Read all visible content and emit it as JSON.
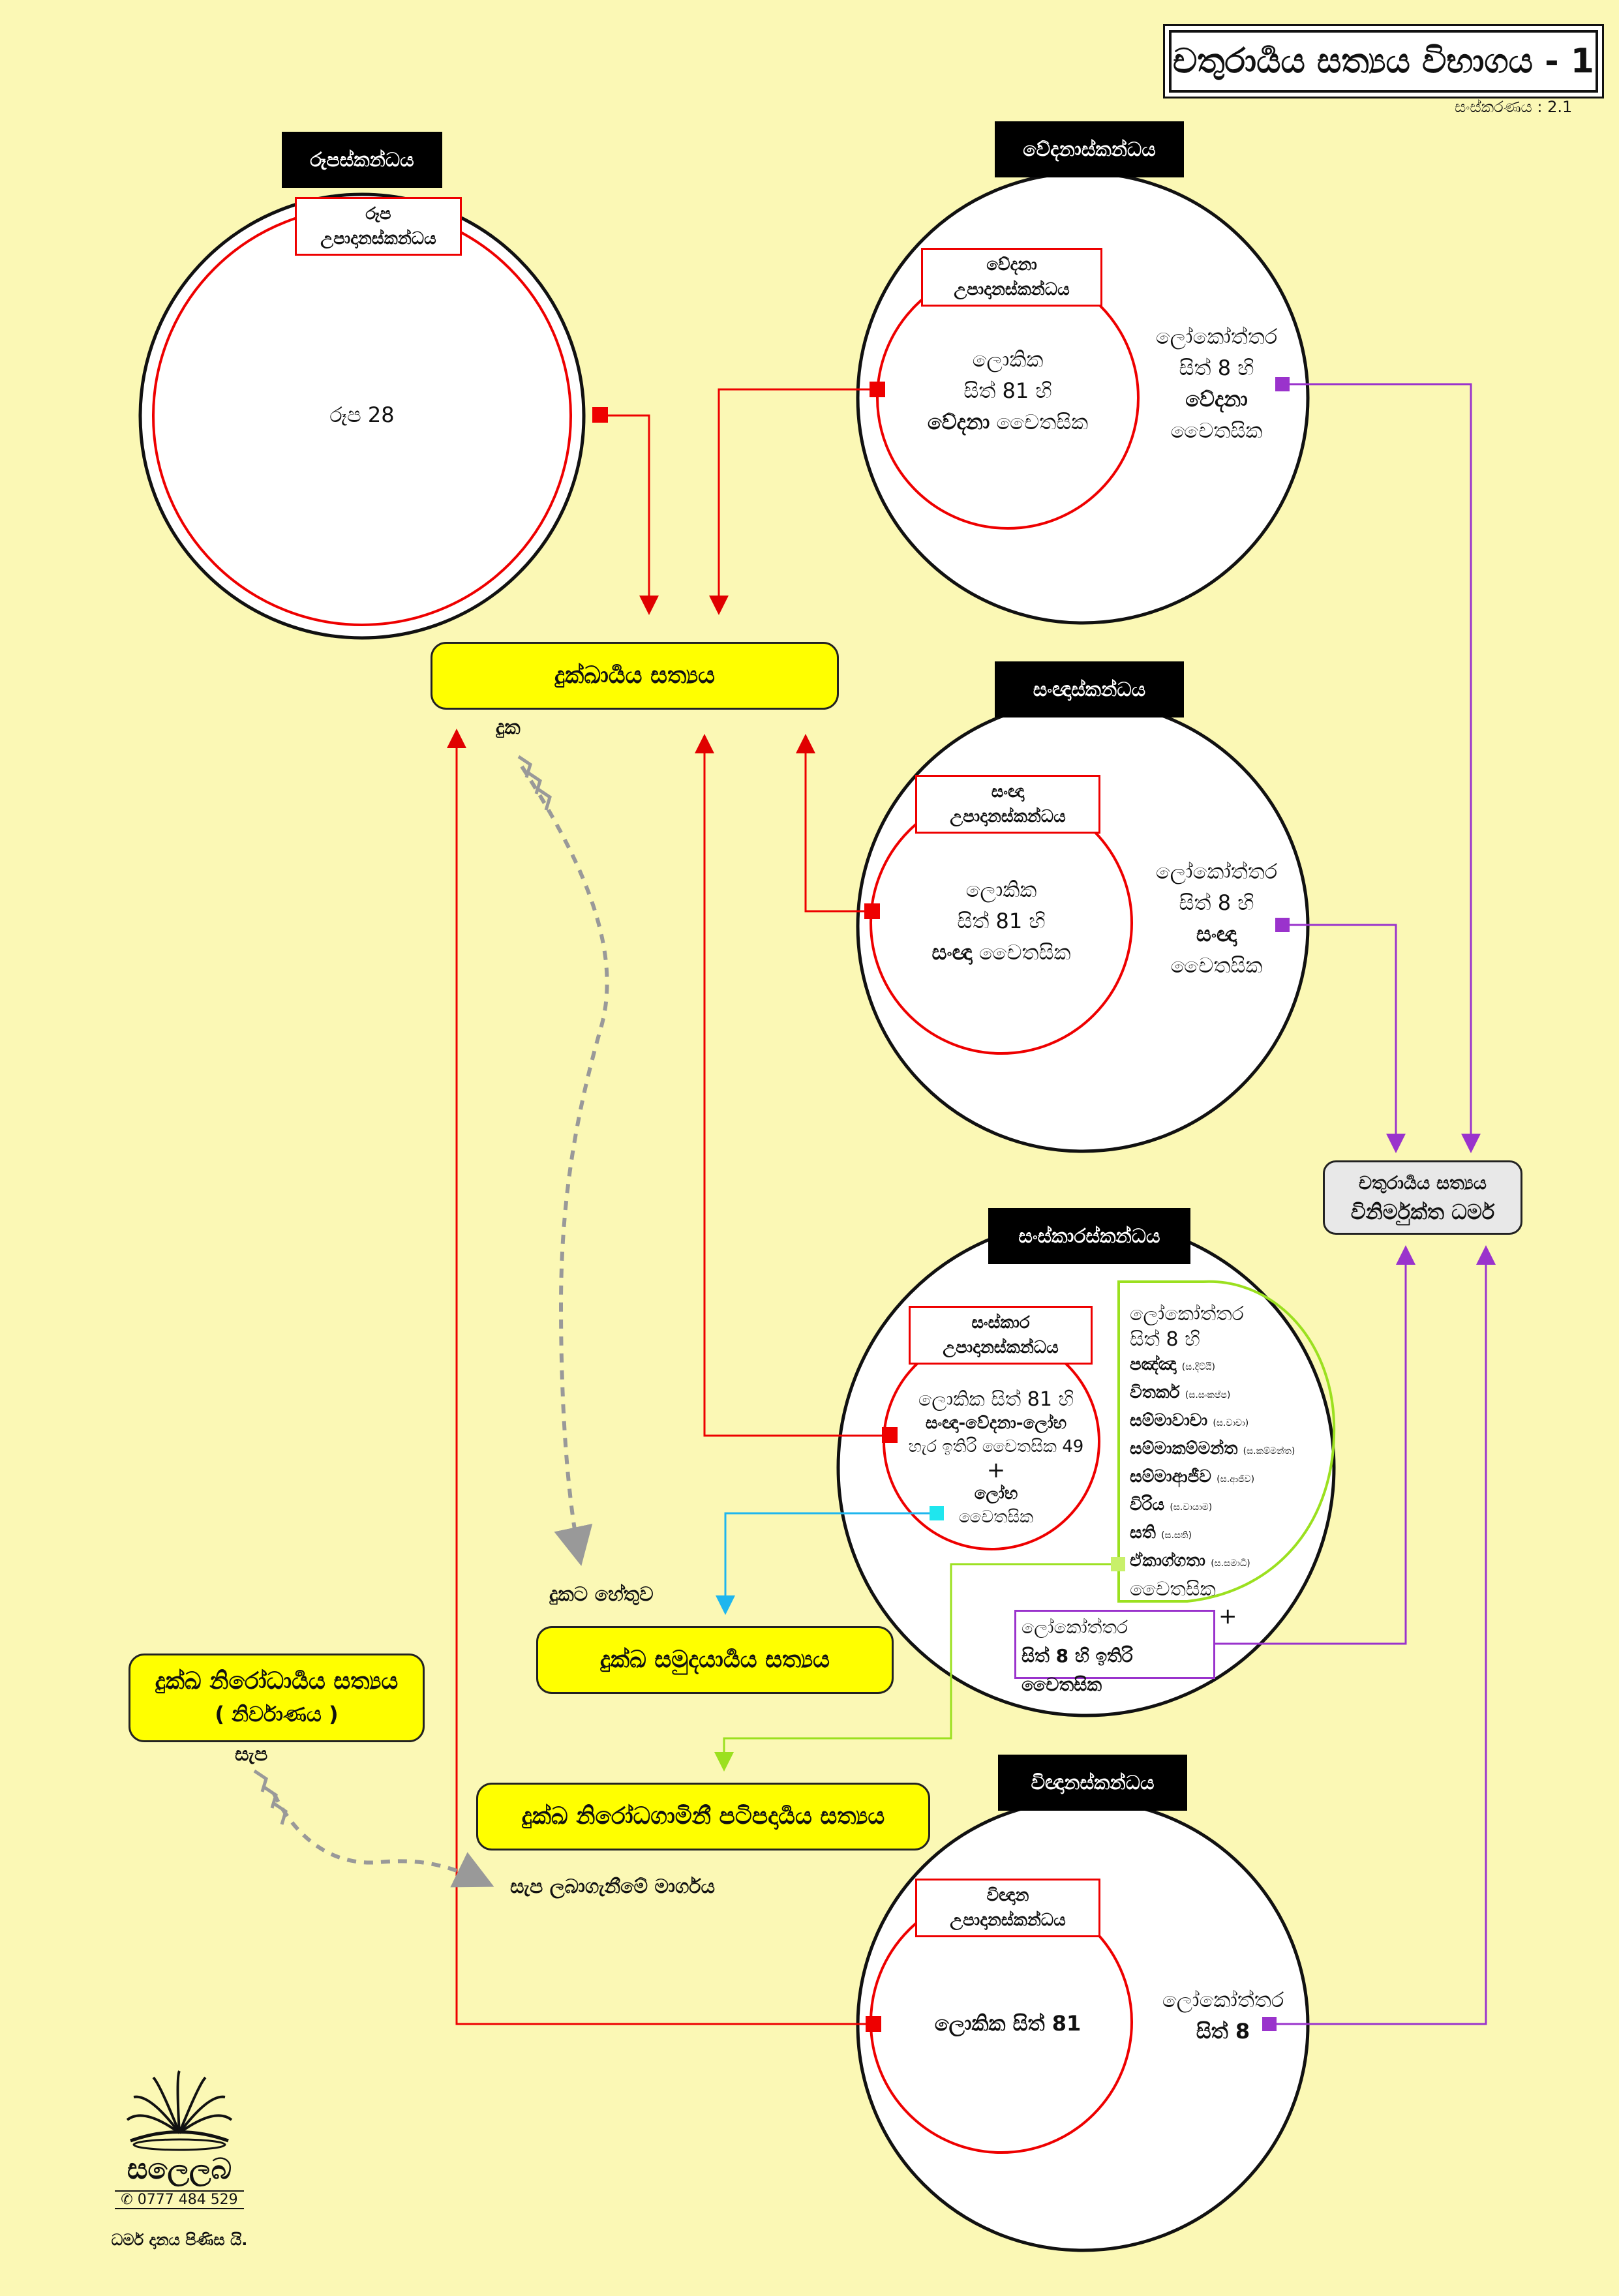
{
  "title": "චතුරාර්‍යය සත්‍යය විභාගය - 1",
  "version": "සංස්කරණය : 2.1",
  "skandhas": {
    "rupa": {
      "label": "රූපස්කන්ධය",
      "upadana": [
        "රූප",
        "උපාදානස්කන්ධය"
      ],
      "content": "රූප 28"
    },
    "vedana": {
      "label": "වේදනාස්කන්ධය",
      "upadana": [
        "වේදනා",
        "උපාදානස්කන්ධය"
      ],
      "lokika": [
        "ලොකික",
        "සිත් 81 හි",
        "වේදනා",
        "චෛතසික"
      ],
      "lokottara": [
        "ලෝකෝත්තර",
        "සිත් 8 හි",
        "වේදනා",
        "චෛතසික"
      ]
    },
    "sanna": {
      "label": "සංඥාස්කන්ධය",
      "upadana": [
        "සංඥා",
        "උපාදානස්කන්ධය"
      ],
      "lokika": [
        "ලොකික",
        "සිත් 81 හි",
        "සංඥා",
        "චෛතසික"
      ],
      "lokottara": [
        "ලෝකෝත්තර",
        "සිත් 8 හි",
        "සංඥා",
        "චෛතසික"
      ]
    },
    "sankhara": {
      "label": "සංස්කාරස්කන්ධය",
      "upadana": [
        "සංස්කාර",
        "උපාදානස්කන්ධය"
      ],
      "lokika": [
        "ලොකික සිත් 81 හි",
        "සංඥා-වේදනා-ලෝභ",
        "හැර ඉතිරි චෛතසික 49",
        "+",
        "ලෝභ",
        "චෛතසික"
      ],
      "lokottara_head": [
        "ලෝකෝත්තර",
        "සිත් 8 හි"
      ],
      "lokottara_items": [
        {
          "name": "පඤ්ඤා",
          "note": "(ස.දිට්ඨි)"
        },
        {
          "name": "විතර්ක",
          "note": "(ස.සංකප්ප)"
        },
        {
          "name": "සම්මාවාචා",
          "note": "(ස.වාචා)"
        },
        {
          "name": "සම්මාකම්මන්ත",
          "note": "(ස.කම්මන්ත)"
        },
        {
          "name": "සම්මාආජීව",
          "note": "(ස.ආජීව)"
        },
        {
          "name": "විරිය",
          "note": "(ස.වායාම)"
        },
        {
          "name": "සති",
          "note": "(ස.සති)"
        },
        {
          "name": "ඒකාග්ගතා",
          "note": "(ස.සමාධි)"
        }
      ],
      "lokottara_tail": "චෛතසික",
      "plus": "+",
      "other_box": [
        "ලෝකෝත්තර",
        "සිත් 8 හි ඉතිරි චෛතසික"
      ]
    },
    "vinnana": {
      "label": "විඥානස්කන්ධය",
      "upadana": [
        "විඥාන",
        "උපාදානස්කන්ධය"
      ],
      "lokika": "ලොකික සිත් 81",
      "lokottara": [
        "ලෝකෝත්තර",
        "සිත් 8"
      ]
    }
  },
  "truths": {
    "dukkha": "දුක්ඛාර්‍යය සත්‍යය",
    "samudaya": "දුක්ඛ සමුදයාර්‍යය සත්‍යය",
    "nirodha": [
      "දුක්ඛ නිරෝධාර්‍යය සත්‍යය",
      "( නිර්වාණය )"
    ],
    "magga": "දුක්ඛ නිරෝධගාමිනී පටිපදාර්‍යය සත්‍යය",
    "free": [
      "චතුරාර්‍යය සත්‍යය",
      "විනිර්මුක්ත ධර්ම"
    ]
  },
  "labels": {
    "duka": "දුක",
    "dukata_hetuva": "දුකට හේතුව",
    "sepa": "සැප",
    "sepa_path": "සැප ලබාගැනීමේ මාර්ගය"
  },
  "footer": {
    "brand": "සලෙලබ",
    "phone": "✆ 0777 484 529",
    "tagline": "ධර්ම දානය පිණිස යි."
  },
  "colors": {
    "background": "#fbf8b5",
    "red": "#e00000",
    "purple": "#9a33cc",
    "green": "#9be01f",
    "cyan": "#1fb6ee",
    "yellow": "#ffff00",
    "gray_dashes": "#999999"
  }
}
